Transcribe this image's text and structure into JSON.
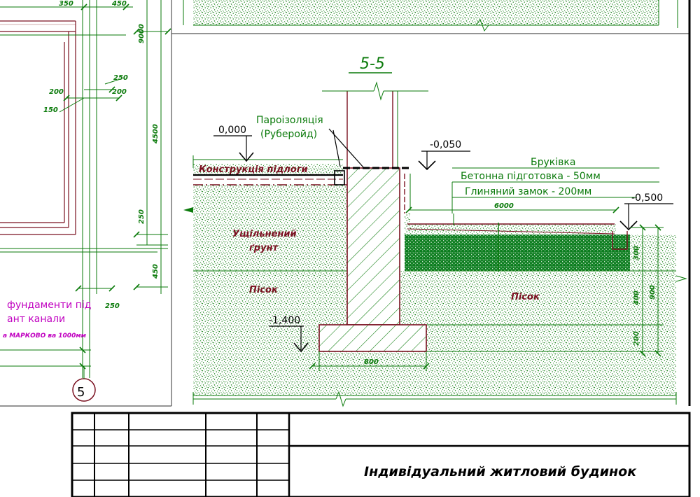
{
  "section": {
    "label": "5-5"
  },
  "marks": {
    "level_zero": "0,000",
    "level_top": "-0,050",
    "level_right": "-0,500",
    "level_footing": "-1,400",
    "grid_axis": "5"
  },
  "labels": {
    "vapor_barrier_line1": "Пароізоляція",
    "vapor_barrier_line2": "(Руберойд)",
    "floor_construction": "Конструкція підлоги",
    "compacted_soil_line1": "Ущільнений",
    "compacted_soil_line2": "ґрунт",
    "sand_left": "Пісок",
    "sand_right": "Пісок",
    "paving": "Бруківка",
    "concrete_prep": "Бетонна підготовка - 50мм",
    "clay_lock": "Глиняний замок - 200мм"
  },
  "left_panel": {
    "note_line1": "фундаменти під",
    "note_line2": "ант канали",
    "note_line3": "а МАРКОВО ва 1000мм"
  },
  "dims": {
    "d350_top": "350",
    "d450_top": "450",
    "d9000": "9000",
    "d250": "250",
    "d200a": "200",
    "d200b": "200",
    "d150": "150",
    "d4500": "4500",
    "d250_lower": "250",
    "d450_lower": "450",
    "d250_right": "250",
    "d6000": "6000",
    "d300": "300",
    "d400": "400",
    "d900": "900",
    "d200_right": "200",
    "d800": "800"
  },
  "title_block": {
    "title": "Індивідуальний житловий будинок"
  },
  "colors": {
    "cad_green": "#0a7a0a",
    "dark_red": "#7a1020",
    "magenta": "#c000c0",
    "black": "#000000"
  }
}
